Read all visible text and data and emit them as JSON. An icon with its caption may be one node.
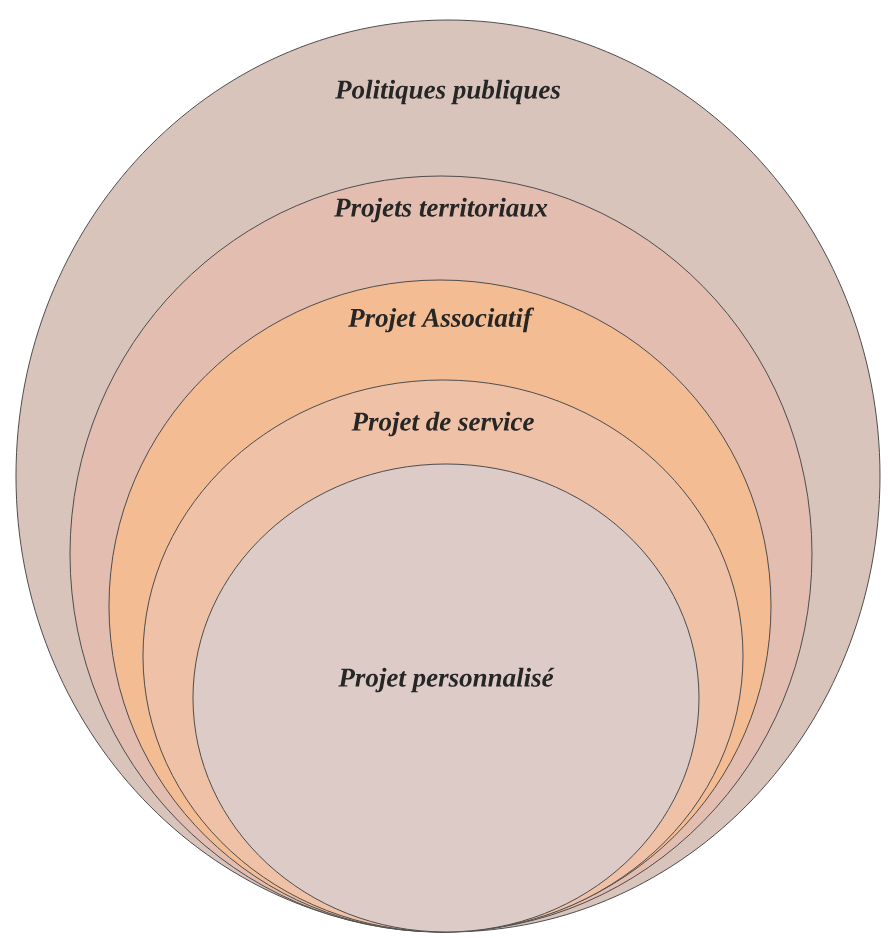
{
  "diagram": {
    "nodes": [
      {
        "text": [
          "Politiques publiques"
        ]
      },
      {
        "text": [
          "Projets territoriaux"
        ],
        "in": 0
      },
      {
        "text": [
          "Projet Associatif"
        ],
        "in": 1
      },
      {
        "text": [
          "Projet de service"
        ],
        "in": 2
      },
      {
        "text": [
          "Projet personnalisé"
        ],
        "in": 3
      }
    ]
  }
}
